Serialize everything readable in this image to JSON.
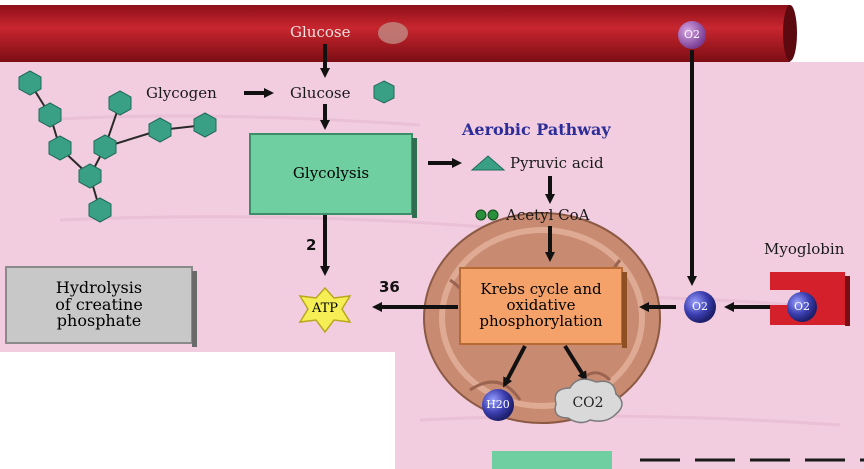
{
  "nodes": {
    "glucose_blood": "Glucose",
    "glycogen": "Glycogen",
    "glucose_cell": "Glucose",
    "glycolysis": "Glycolysis",
    "pyruvic_acid": "Pyruvic acid",
    "acetyl_coa": "Acetyl CoA",
    "krebs": "Krebs cycle and\noxidative\nphosphorylation",
    "atp": "ATP",
    "hydrolysis": "Hydrolysis\nof creatine\nphosphate",
    "myoglobin": "Myoglobin"
  },
  "title": "Aerobic Pathway",
  "yields": {
    "glycolysis": "2",
    "krebs": "36"
  },
  "molecules": {
    "o2_blood": "O2",
    "o2_cell": "O2",
    "o2_myoglobin": "O2",
    "water": "H20",
    "co2": "CO2"
  },
  "colors": {
    "blood": "#b8202a",
    "cell": "#f2cde0",
    "glycolysis_box": "#6fcfa0",
    "krebs_box": "#f4a26a",
    "hydrolysis_box": "#c8c8c8",
    "glycogen_hex": "#3aa085",
    "mitochondrion": "#c88a70",
    "o2_sphere": "#3b3fb0",
    "atp_star": "#f6ee55",
    "title": "#2d2d9a"
  }
}
